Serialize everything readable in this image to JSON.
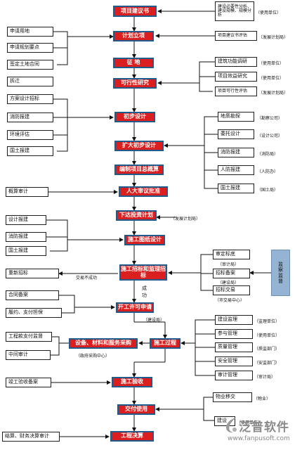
{
  "main_steps": [
    "项目建议书",
    "计划立项",
    "征  地",
    "可行性研究",
    "初步设计",
    "扩大初步设计",
    "编制项目总概算",
    "人大审议批准",
    "下达投资计划",
    "施工图纸设计",
    "施工招标和监理招标",
    "开工许可申请",
    "施工过程",
    "设备、材料和服务采购",
    "施工验收",
    "交付使用",
    "工程决算"
  ],
  "left_items": [
    "申请用地",
    "申请规划要点",
    "签定土地合同",
    "拆迁",
    "方案设计招标",
    "消防报建",
    "环境评估",
    "国土报建",
    "概算审计",
    "设计报建",
    "消防报建",
    "国土报建",
    "重新招标",
    "合同备案",
    "履约、支付担保",
    "工程款支付监督",
    "中间审计",
    "竣工验收备案",
    "结算、财务决算审计"
  ],
  "right_items": [
    "建设必要性分析、建设规模、规模分析",
    "项目建议书评估",
    "建筑功能调研",
    "项目效益研究",
    "项目可行性评估",
    "地质勘探",
    "委托设计",
    "消防报建",
    "人防报建",
    "国土报建",
    "审定标底",
    "招标备案",
    "招标交易",
    "建设监理",
    "参与管理",
    "质量管理",
    "安全管理",
    "审计管理",
    "物业移交",
    "建设"
  ],
  "notes": [
    "（使用单位）",
    "（发展计划局）",
    "（使用单位）",
    "（使用单位）",
    "（发展计划局）",
    "（勘察公司）",
    "（设计公司）",
    "（消防局）",
    "（人防办）",
    "（国土局）",
    "（发展计划局）",
    "（审计局）",
    "（建设局）",
    "（市交易中心）",
    "（监理单位）",
    "（使用单位）",
    "（质监部门）",
    "（安监部门）",
    "（审计局）",
    "（物业）",
    "（使用单位）"
  ],
  "mid_labels": [
    "交易不成功",
    "成",
    "功",
    "（建设局）",
    "（政府采购中心）"
  ],
  "supervision": "监察监督",
  "watermark": {
    "name": "泛普软件",
    "url": "www.fanpusoft.com"
  }
}
